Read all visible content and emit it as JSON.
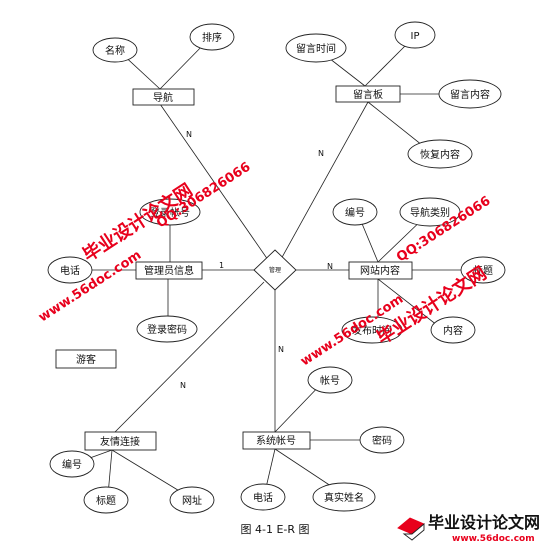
{
  "caption": "图 4-1 E-R 图",
  "relationship": "管理",
  "entities": {
    "nav": "导航",
    "guestbook": "留言板",
    "admin": "管理员信息",
    "content": "网站内容",
    "guest": "游客",
    "links": "友情连接",
    "account": "系统帐号"
  },
  "attributes": {
    "nav_name": "名称",
    "nav_sort": "排序",
    "gb_time": "留言时间",
    "gb_ip": "IP",
    "gb_content": "留言内容",
    "gb_reply": "恢复内容",
    "admin_account": "登录帐号",
    "admin_phone": "电话",
    "admin_password": "登录密码",
    "content_id": "编号",
    "content_navtype": "导航类别",
    "content_title": "标题",
    "content_time": "发布时间",
    "content_body": "内容",
    "account_id": "帐号",
    "account_password": "密码",
    "account_phone": "电话",
    "account_realname": "真实姓名",
    "links_id": "编号",
    "links_title": "标题",
    "links_url": "网址"
  },
  "cardinalities": {
    "nav": "N",
    "guestbook": "N",
    "admin": "1",
    "content": "N",
    "account": "N",
    "links": "N"
  },
  "watermark": {
    "site_text_1": "毕业设计论文网",
    "qq_text_1": "QQ:306826066",
    "url_text_1": "www.56doc.com",
    "site_text_2": "毕业设计论文网",
    "qq_text_2": "QQ:306826066",
    "url_text_2": "www.56doc.com",
    "logo_text": "毕业设计论文网",
    "logo_url": "www.56doc.com"
  },
  "colors": {
    "watermark_red": "#e8001c",
    "line": "#222222"
  }
}
